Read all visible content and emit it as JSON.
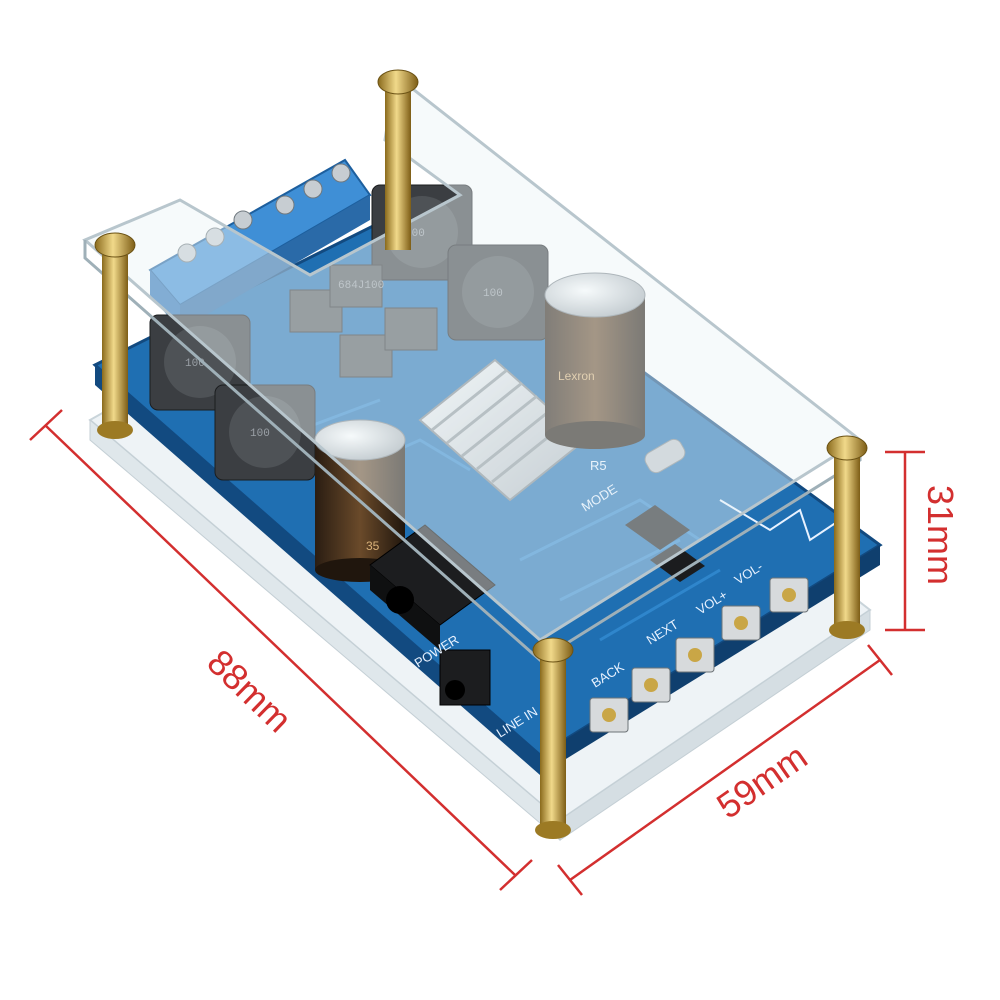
{
  "dimensions": {
    "length": "88mm",
    "width": "59mm",
    "height": "31mm"
  },
  "colors": {
    "dimension": "#d32f2f",
    "pcb": "#1f6fb2",
    "pcb_dark": "#124a80",
    "terminal": "#3f8fd6",
    "brass": "#c9a646",
    "acrylic": "#e9f1f4"
  },
  "silkscreen": {
    "power": "POWER",
    "line_in": "LINE IN",
    "back": "BACK",
    "next": "NEXT",
    "vol_minus": "VOL-",
    "vol_plus": "VOL+",
    "mode": "MODE",
    "r5": "R5"
  },
  "components": {
    "inductor_marking": "100",
    "resistor_marking": "684J100",
    "capacitor_brand": "Lexron",
    "capacitor_voltage": "35"
  }
}
